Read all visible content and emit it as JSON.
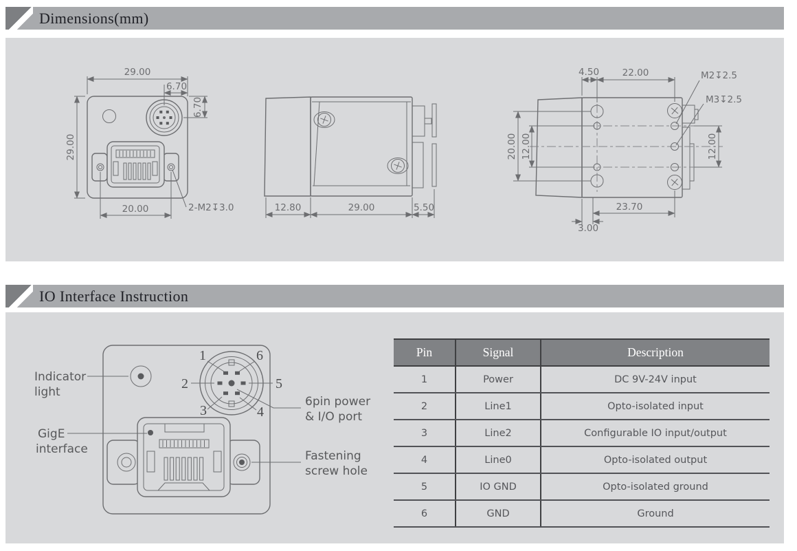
{
  "sections": {
    "dimensions": {
      "title": "Dimensions(mm)"
    },
    "io": {
      "title": "IO Interface Instruction"
    }
  },
  "front_view": {
    "width_top": "29.00",
    "connector_offset_x": "6.70",
    "connector_offset_y": "6.70",
    "height_left": "29.00",
    "screw_spacing": "20.00",
    "screw_note": "2-M2↧3.0"
  },
  "side_view": {
    "lens_depth": "12.80",
    "body_depth": "29.00",
    "rear_depth": "5.50"
  },
  "top_view": {
    "edge_to_hole": "4.50",
    "hole_span": "22.00",
    "m2_note": "M2↧2.5",
    "m3_note": "M3↧2.5",
    "left_outer": "20.00",
    "left_inner": "12.00",
    "right_span": "12.00",
    "bottom_span": "23.70",
    "bottom_offset": "3.00"
  },
  "io_diagram": {
    "indicator_line1": "Indicator",
    "indicator_line2": "light",
    "gige_line1": "GigE",
    "gige_line2": "interface",
    "sixpin_line1": "6pin power",
    "sixpin_line2": "& I/O port",
    "fastening_line1": "Fastening",
    "fastening_line2": "screw hole",
    "pins": {
      "p1": "1",
      "p2": "2",
      "p3": "3",
      "p4": "4",
      "p5": "5",
      "p6": "6"
    }
  },
  "pin_table": {
    "headers": [
      "Pin",
      "Signal",
      "Description"
    ],
    "rows": [
      [
        "1",
        "Power",
        "DC 9V-24V input"
      ],
      [
        "2",
        "Line1",
        "Opto-isolated input"
      ],
      [
        "3",
        "Line2",
        "Configurable IO input/output"
      ],
      [
        "4",
        "Line0",
        "Opto-isolated output"
      ],
      [
        "5",
        "IO GND",
        "Opto-isolated ground"
      ],
      [
        "6",
        "GND",
        "Ground"
      ]
    ]
  },
  "colors": {
    "band_bg": "#a8aaad",
    "band_decor": "#7d7f82",
    "panel_bg": "#d8d9db",
    "drawing_line": "#6d6e71",
    "title_text": "#1f2026",
    "table_header_bg": "#808285",
    "table_border": "#3f4042",
    "label_text": "#58595b"
  }
}
